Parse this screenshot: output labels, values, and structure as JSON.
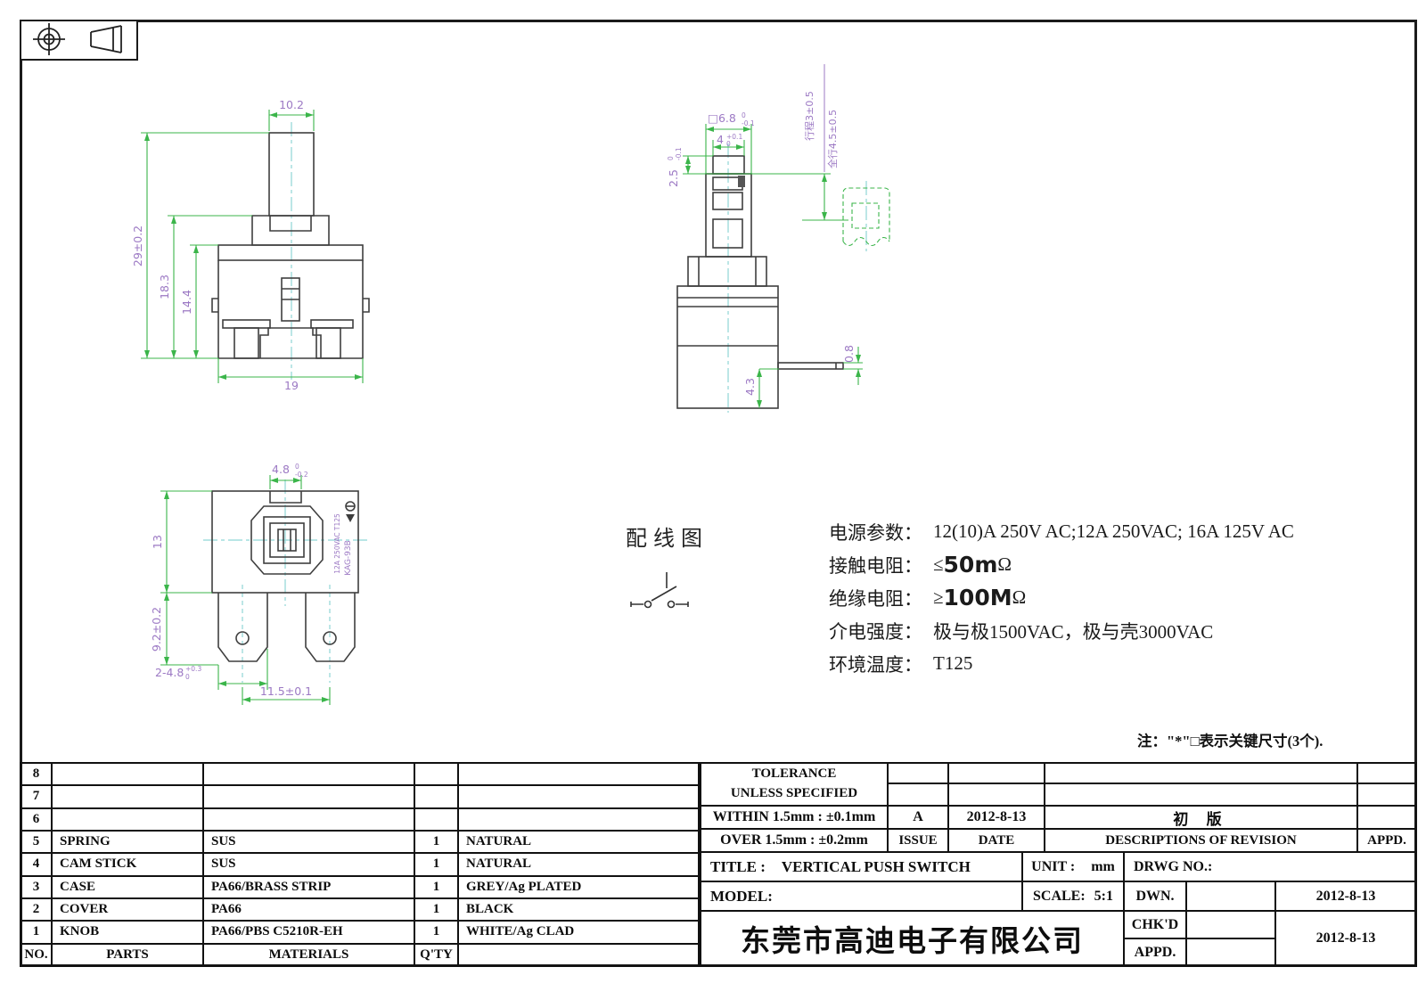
{
  "colors": {
    "line_dark": "#3f3f3f",
    "dim_green": "#3bb54a",
    "dim_purple": "#9c79c4",
    "centerline_cyan": "#8fd6d6",
    "table_black": "#111111"
  },
  "front_view": {
    "dim_width_top": "10.2",
    "dim_height_total": "29±0.2",
    "dim_height_collar": "18.3",
    "dim_height_flange": "14.4",
    "dim_width_bottom": "19"
  },
  "side_view": {
    "dim_square": "□6.8",
    "dim_square_tol_top": "0",
    "dim_square_tol_bot": "-0.1",
    "dim_stem": "4",
    "dim_stem_tol_top": "+0.1",
    "dim_stem_tol_bot": "0",
    "dim_stem_h": "2.5",
    "dim_stem_h_tol_top": "0",
    "dim_stem_h_tol_bot": "-0.1",
    "travel_text": "行程3±0.5",
    "travel_full_text": "全行4.5±0.5",
    "dim_pin_offset": "4.3",
    "dim_pin_thick": "0.8"
  },
  "bottom_view": {
    "dim_notch": "4.8",
    "dim_notch_tol_top": "0",
    "dim_notch_tol_bot": "-0.2",
    "dim_body_h": "13",
    "dim_term_h": "9.2±0.2",
    "dim_term_w": "2-4.8",
    "dim_term_w_tol_top": "+0.3",
    "dim_term_w_tol_bot": "0",
    "dim_term_pitch": "11.5±0.1",
    "marking_line1": "12A 250VAC T125",
    "marking_line2": "KAG-93B"
  },
  "wiring": {
    "title": "配线图"
  },
  "specs": {
    "lines": [
      {
        "label": "电源参数：",
        "pre": "12(10)A 250V AC;12A 250VAC; 16A 125V AC",
        "big": "",
        "post": ""
      },
      {
        "label": "接触电阻：",
        "pre": "≤",
        "big": "50m",
        "post": "Ω"
      },
      {
        "label": "绝缘电阻：",
        "pre": "≥",
        "big": "100M",
        "post": "Ω"
      },
      {
        "label": "介电强度：",
        "pre": "极与极1500VAC，极与壳3000VAC",
        "big": "",
        "post": ""
      },
      {
        "label": "环境温度：",
        "pre": "T125",
        "big": "",
        "post": ""
      }
    ]
  },
  "note": "注：\"*\"□表示关键尺寸(3个).",
  "parts_table": {
    "headers": {
      "no": "NO.",
      "parts": "PARTS",
      "materials": "MATERIALS",
      "qty": "Q'TY",
      "remark": ""
    },
    "rows": [
      {
        "no": "8",
        "part": "",
        "material": "",
        "qty": "",
        "finish": ""
      },
      {
        "no": "7",
        "part": "",
        "material": "",
        "qty": "",
        "finish": ""
      },
      {
        "no": "6",
        "part": "",
        "material": "",
        "qty": "",
        "finish": ""
      },
      {
        "no": "5",
        "part": "SPRING",
        "material": "SUS",
        "qty": "1",
        "finish": "NATURAL"
      },
      {
        "no": "4",
        "part": "CAM STICK",
        "material": "SUS",
        "qty": "1",
        "finish": "NATURAL"
      },
      {
        "no": "3",
        "part": "CASE",
        "material": "PA66/BRASS STRIP",
        "qty": "1",
        "finish": "GREY/Ag PLATED"
      },
      {
        "no": "2",
        "part": "COVER",
        "material": "PA66",
        "qty": "1",
        "finish": "BLACK"
      },
      {
        "no": "1",
        "part": "KNOB",
        "material": "PA66/PBS C5210R-EH",
        "qty": "1",
        "finish": "WHITE/Ag CLAD"
      }
    ]
  },
  "title_block": {
    "tolerance_line1": "TOLERANCE",
    "tolerance_line2": "UNLESS  SPECIFIED",
    "within": "WITHIN 1.5mm : ±0.1mm",
    "over": "OVER 1.5mm : ±0.2mm",
    "issue_value": "A",
    "issue_date": "2012-8-13",
    "revision_desc": "初 版",
    "issue_label": "ISSUE",
    "date_label": "DATE",
    "desc_label": "DESCRIPTIONS OF REVISION",
    "appd_label": "APPD.",
    "title_label": "TITLE :",
    "title_value": "VERTICAL PUSH SWITCH",
    "unit_label": "UNIT :",
    "unit_value": "mm",
    "drwg_label": "DRWG NO.:",
    "model_label": "MODEL:",
    "scale_label": "SCALE:",
    "scale_value": "5:1",
    "dwn_label": "DWN.",
    "dwn_date": "2012-8-13",
    "chkd_label": "CHK'D",
    "appd2_label": "APPD.",
    "chk_date": "2012-8-13",
    "company": "东莞市高迪电子有限公司"
  }
}
